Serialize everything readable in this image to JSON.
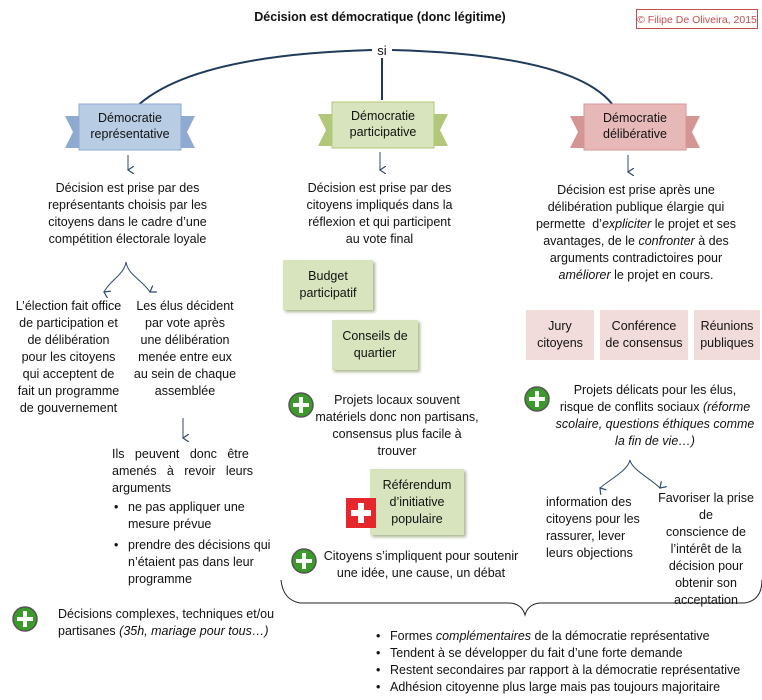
{
  "title": "Décision est démocratique  (donc légitime)",
  "copyright": "© Filipe De Oliveira, 2015",
  "connector": "si",
  "banners": {
    "representative": {
      "line1": "Démocratie",
      "line2": "représentative",
      "color": "#b8cce4"
    },
    "participative": {
      "line1": "Démocratie",
      "line2": "participative",
      "color": "#d7e4bd"
    },
    "deliberative": {
      "line1": "Démocratie",
      "line2": "délibérative",
      "color": "#e6b9b8"
    }
  },
  "representative": {
    "desc": [
      "Décision est prise par des",
      "représentants choisis par les",
      "citoyens dans le cadre d’une",
      "compétition  électorale loyale"
    ],
    "left_branch": [
      "L’élection fait office",
      "de participation et",
      "de délibération",
      "pour les citoyens",
      "qui acceptent de",
      "fait un programme",
      "de gouvernement"
    ],
    "right_branch": [
      "Les élus décident",
      "par vote après",
      "une délibération",
      "menée entre eux",
      "au sein de chaque",
      "assemblée"
    ],
    "consequence_intro": [
      "Ils   peuvent   donc   être",
      "amenés   à   revoir   leurs",
      "arguments"
    ],
    "consequence_items": [
      "ne pas appliquer une mesure prévue",
      "prendre des décisions qui n’étaient pas dans leur programme"
    ],
    "plus_text_1": "Décisions complexes, techniques et/ou",
    "plus_text_2a": "partisanes ",
    "plus_text_2b": "(35h, mariage pour tous…)"
  },
  "participative": {
    "desc": [
      "Décision est prise par des",
      "citoyens impliqués dans la",
      "réflexion et qui participent",
      "au vote final"
    ],
    "box1": [
      "Budget",
      "participatif"
    ],
    "box2": [
      "Conseils de",
      "quartier"
    ],
    "plus1": [
      "Projets locaux souvent",
      "matériels donc non partisans,",
      "consensus plus facile à trouver"
    ],
    "box3": [
      "Référendum",
      "d’initiative",
      "populaire"
    ],
    "plus2": [
      "Citoyens s’impliquent pour soutenir",
      "une idée, une cause, un débat"
    ]
  },
  "deliberative": {
    "desc1": "Décision est prise après une",
    "desc2": "délibération publique élargie qui",
    "desc3a": "permette  d’",
    "desc3b": "expliciter",
    "desc3c": " le projet et ses",
    "desc4a": "avantages, de le ",
    "desc4b": "confronter",
    "desc4c": " à des",
    "desc5": "arguments contradictoires pour",
    "desc6a": "améliorer",
    "desc6b": " le projet en cours.",
    "boxes": [
      [
        "Jury",
        "citoyens"
      ],
      [
        "Conférence",
        "de consensus"
      ],
      [
        "Réunions",
        "publiques"
      ]
    ],
    "plus1": "Projets délicats pour les élus,",
    "plus2a": "risque de conflits sociaux ",
    "plus2b": "(réforme",
    "plus3": "scolaire, questions éthiques comme",
    "plus4": "la fin de vie…)",
    "left_branch": [
      "information des",
      "citoyens pour les",
      "rassurer, lever",
      "leurs objections"
    ],
    "right_branch": [
      "Favoriser la prise de",
      "conscience de",
      "l’intérêt de la",
      "décision pour",
      "obtenir son",
      "acceptation"
    ]
  },
  "summary": [
    {
      "a": "Formes ",
      "b": "complémentaires",
      "c": " de la démocratie représentative"
    },
    {
      "a": "Tendent à se développer du fait d’une forte demande",
      "b": "",
      "c": ""
    },
    {
      "a": "Restent secondaires par rapport à la démocratie représentative",
      "b": "",
      "c": ""
    },
    {
      "a": "Adhésion citoyenne plus large mais pas toujours majoritaire",
      "b": "",
      "c": ""
    }
  ],
  "colors": {
    "plus_green": "#3a9a2a",
    "swiss_red": "#e5262a",
    "copyright": "#c0504d",
    "arrow": "#2f4a6e"
  }
}
